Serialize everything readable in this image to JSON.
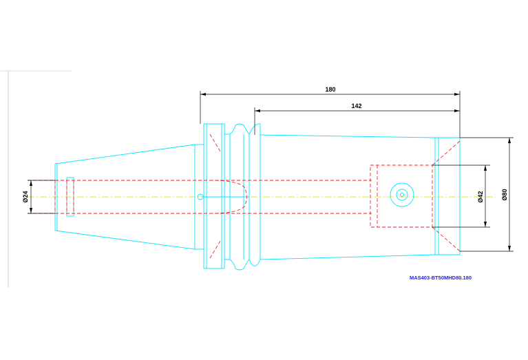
{
  "drawing": {
    "part_number": "MAS403-BT50MHD80.180",
    "dimensions": {
      "overall_length": "180",
      "body_length": "142",
      "bore_dia": "Ø24",
      "shank_dia": "Ø42",
      "body_dia": "Ø80"
    },
    "colors": {
      "outline": "#00e5ff",
      "hidden": "#ff2020",
      "centerline": "#e0e000",
      "dimension": "#000000",
      "part_number": "#1a1aff"
    }
  }
}
